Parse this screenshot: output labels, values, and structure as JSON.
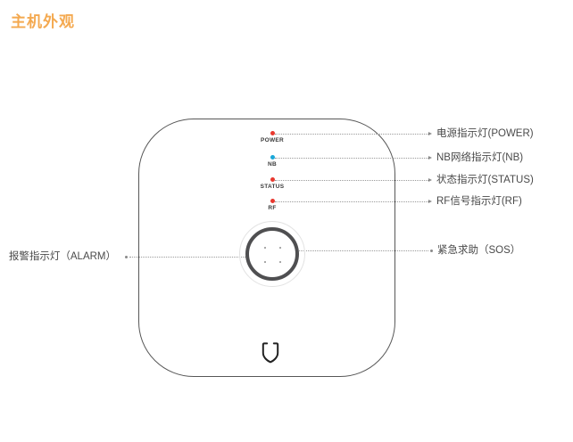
{
  "page": {
    "title": "主机外观",
    "title_color": "#f4a950",
    "background": "#ffffff"
  },
  "device": {
    "name": "host-device-illustration",
    "outline_color": "#575757",
    "logo_icon": "shield-icon"
  },
  "indicators": [
    {
      "id": "power",
      "code": "POWER",
      "dot_color": "#e8382e",
      "callout": "电源指示灯(POWER)"
    },
    {
      "id": "nb",
      "code": "NB",
      "dot_color": "#1aa7d8",
      "callout": "NB网络指示灯(NB)"
    },
    {
      "id": "status",
      "code": "STATUS",
      "dot_color": "#e8382e",
      "callout": "状态指示灯(STATUS)"
    },
    {
      "id": "rf",
      "code": "RF",
      "dot_color": "#e8382e",
      "callout": "RF信号指示灯(RF)"
    }
  ],
  "callouts": {
    "alarm": "报警指示灯（ALARM）",
    "sos": "紧急求助（SOS）"
  },
  "button": {
    "name": "sos-button",
    "ring_color": "#4f4f51"
  }
}
